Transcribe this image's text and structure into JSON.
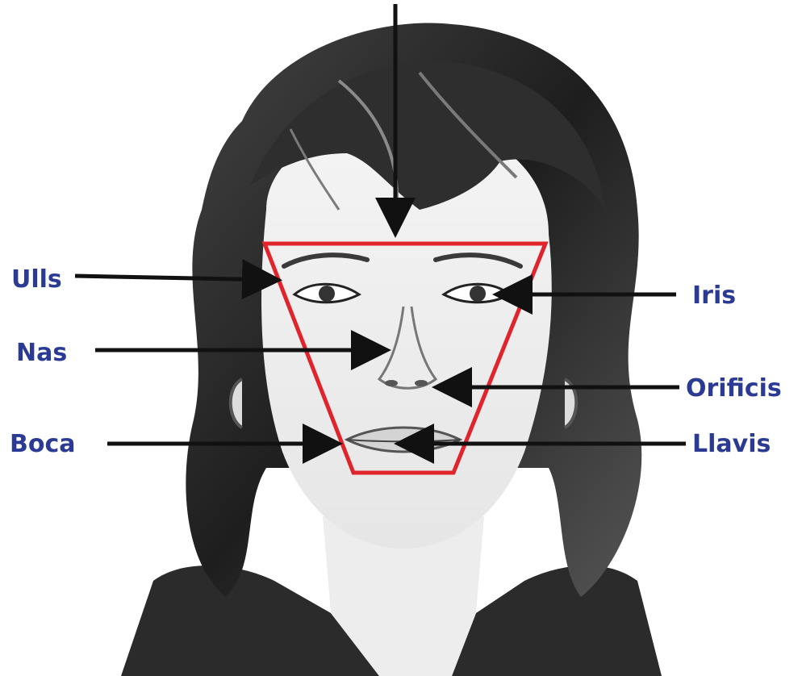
{
  "labels": {
    "top_partial": "",
    "ulls": "Ulls",
    "nas": "Nas",
    "boca": "Boca",
    "iris": "Iris",
    "orificis": "Orificis",
    "llavis": "Llavis"
  },
  "colors": {
    "label_text": "#2b3b93",
    "arrow": "#111111",
    "trapezoid": "#e0242b",
    "sketch_dark": "#2a2a2a",
    "sketch_mid": "#6c6c6c",
    "skin": "#f2f2f2"
  },
  "illustration": {
    "subject": "pencil-sketch-portrait-of-woman"
  }
}
